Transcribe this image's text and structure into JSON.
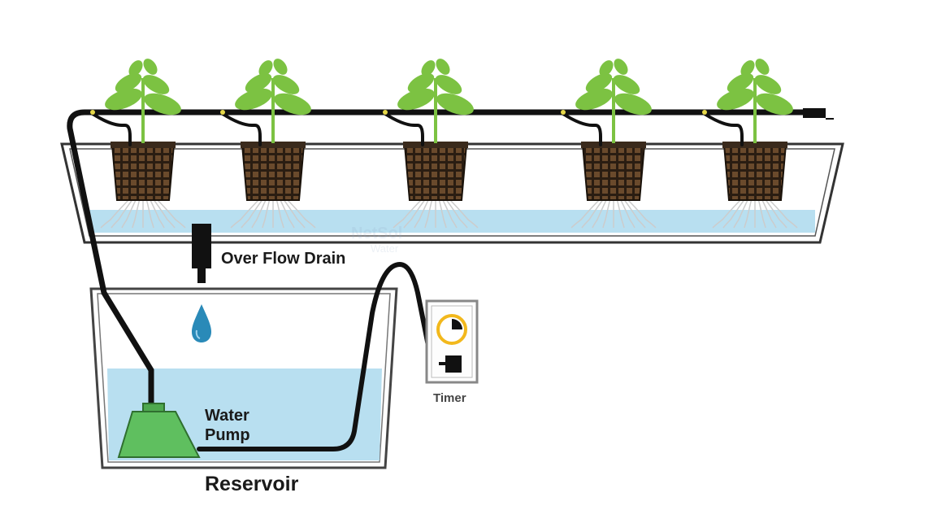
{
  "labels": {
    "overflow_drain": "Over Flow Drain",
    "water_pump_line1": "Water",
    "water_pump_line2": "Pump",
    "reservoir": "Reservoir",
    "timer": "Timer",
    "watermark": "NetSol",
    "watermark_sub": "Water"
  },
  "colors": {
    "water": "#b8dff0",
    "pump": "#5fbf5f",
    "pump_dark": "#2f6f2f",
    "leaf": "#7cc242",
    "pot": "#3a2a1c",
    "tube": "#111111",
    "timer_ring": "#f2b81c",
    "drop": "#2a8ab8",
    "timer_frame": "#888888"
  },
  "icons": {
    "plant": "plant-icon",
    "drop": "water-drop-icon",
    "timer": "clock-icon",
    "plug": "power-plug-icon"
  }
}
